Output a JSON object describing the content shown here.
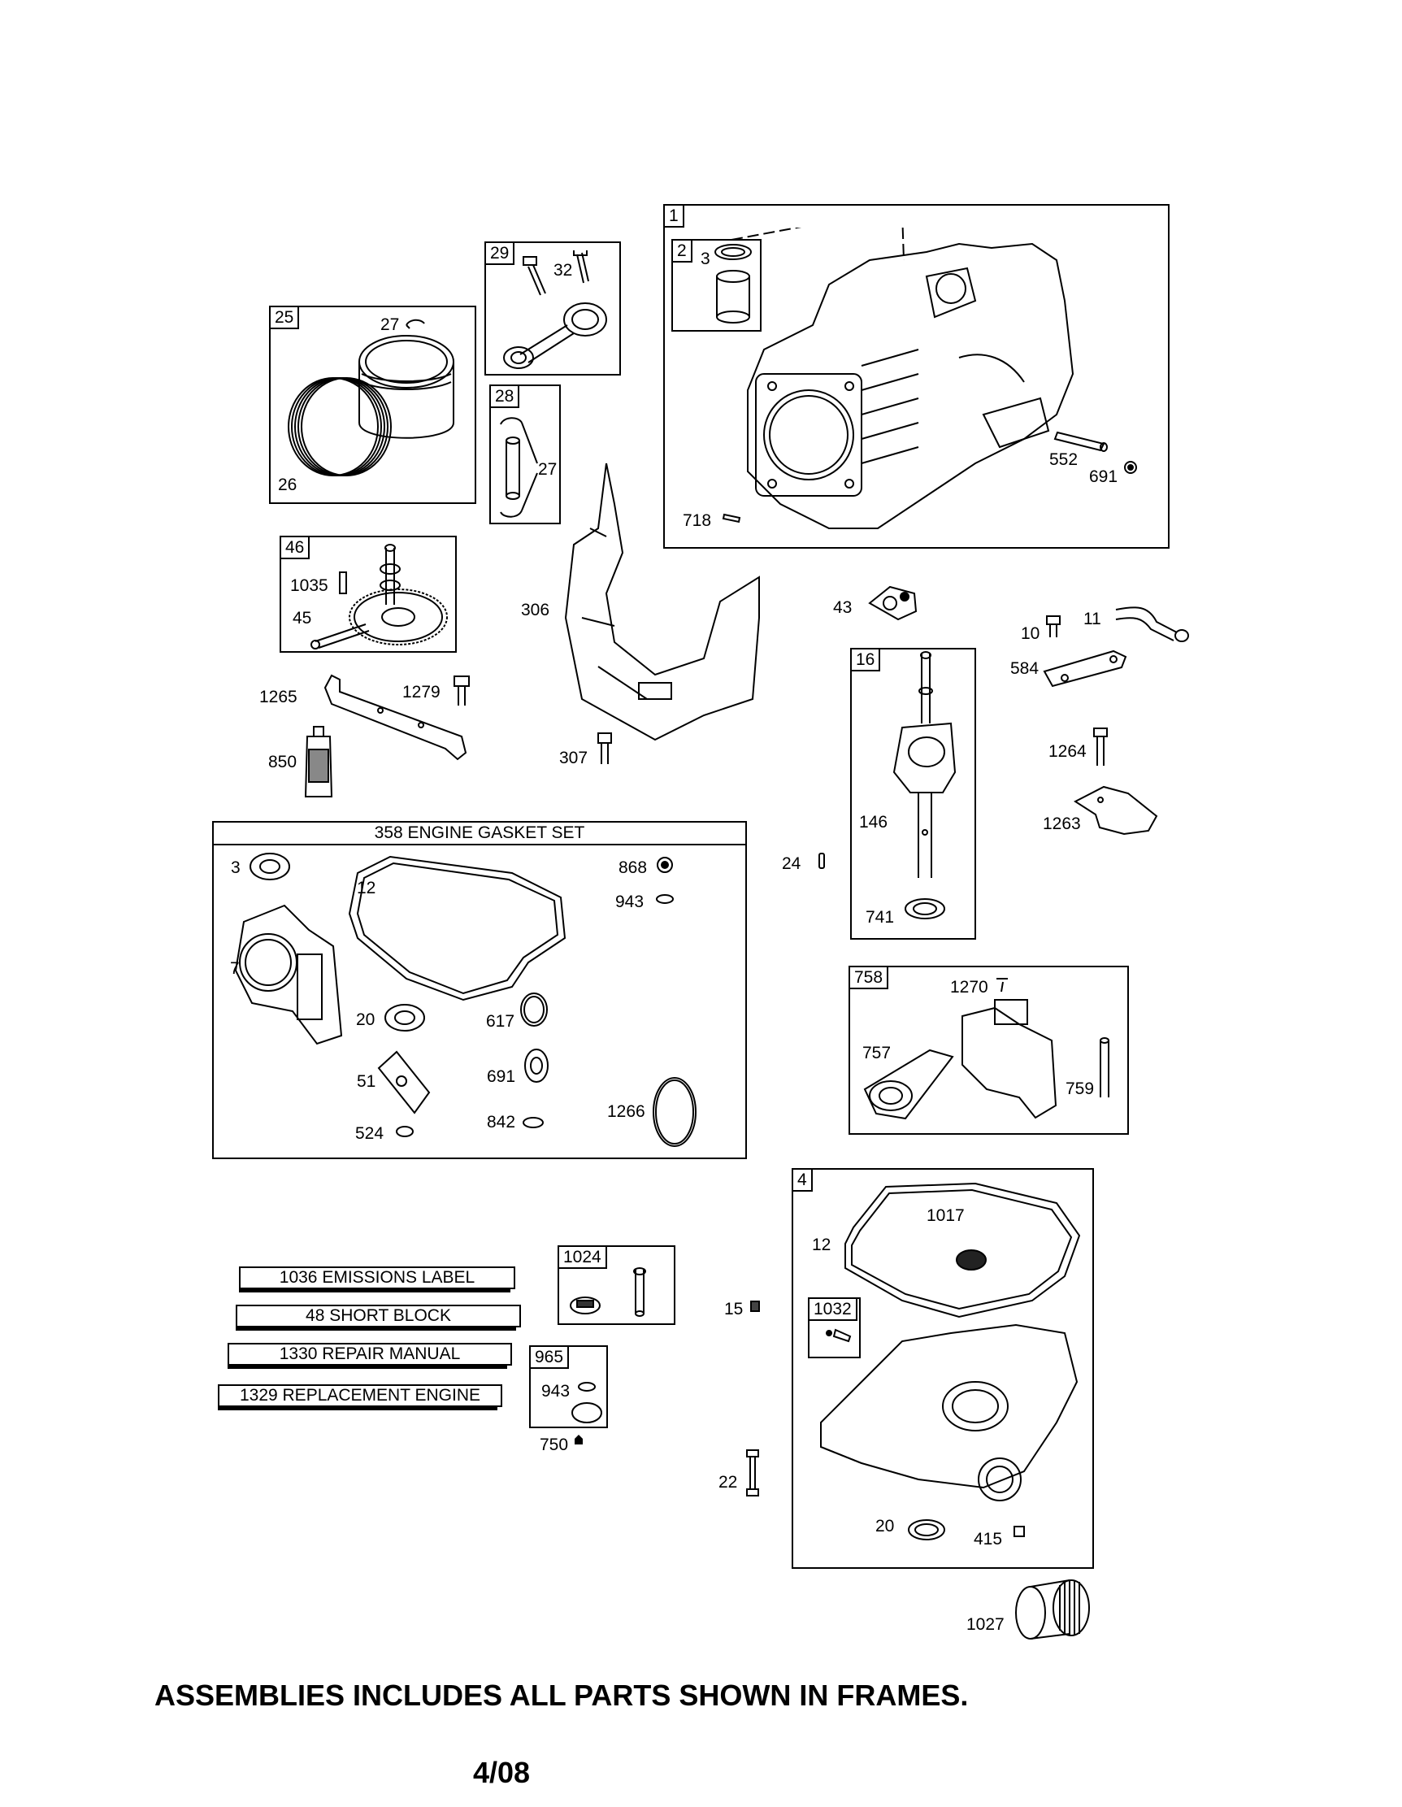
{
  "frames": {
    "f1": "1",
    "f2": "2",
    "f25": "25",
    "f29": "29",
    "f28": "28",
    "f46": "46",
    "f16": "16",
    "f758": "758",
    "f4": "4",
    "f1032": "1032",
    "f1024": "1024",
    "f965": "965"
  },
  "labels": {
    "p3a": "3",
    "p27a": "27",
    "p32": "32",
    "p26": "26",
    "p27b": "27",
    "p552": "552",
    "p691a": "691",
    "p718": "718",
    "p1035": "1035",
    "p45": "45",
    "p306": "306",
    "p43": "43",
    "p10": "10",
    "p11": "11",
    "p584": "584",
    "p1265": "1265",
    "p1279": "1279",
    "p850": "850",
    "p307": "307",
    "p1264": "1264",
    "p146": "146",
    "p1263": "1263",
    "p24": "24",
    "p741": "741",
    "g3": "3",
    "g12": "12",
    "g868": "868",
    "g943": "943",
    "g7": "7",
    "g20": "20",
    "g617": "617",
    "g51": "51",
    "g691": "691",
    "g1266": "1266",
    "g524": "524",
    "g842": "842",
    "p1270": "1270",
    "p757": "757",
    "p759": "759",
    "p1017": "1017",
    "p12b": "12",
    "p15": "15",
    "p943b": "943",
    "p750": "750",
    "p22": "22",
    "p20b": "20",
    "p415": "415",
    "p1027": "1027"
  },
  "gasket_title": "358 ENGINE GASKET SET",
  "boxed_labels": {
    "emissions": "1036 EMISSIONS LABEL",
    "short_block": "48 SHORT BLOCK",
    "repair_manual": "1330 REPAIR MANUAL",
    "replacement": "1329 REPLACEMENT ENGINE"
  },
  "footer": {
    "note": "ASSEMBLIES INCLUDES ALL PARTS SHOWN IN FRAMES.",
    "date": "4/08"
  }
}
